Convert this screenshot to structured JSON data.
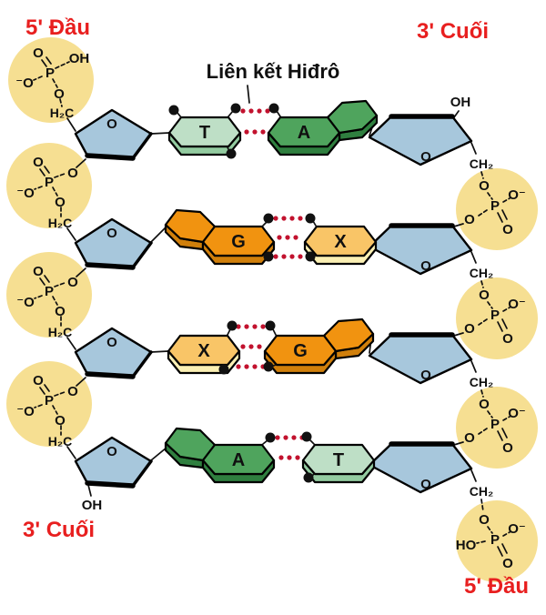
{
  "diagram": {
    "hydrogen_bond_label": "Liên kết Hiđrô",
    "ends": {
      "top_left": "5' Đầu",
      "top_right": "3' Cuối",
      "bottom_left": "3' Cuối",
      "bottom_right": "5' Đầu"
    },
    "atoms": {
      "P": "P",
      "O": "O",
      "OH": "OH",
      "HO": "HO",
      "O_minus": "O⁻",
      "minus_O": "⁻O",
      "H2C": "H₂C",
      "CH2": "CH₂"
    },
    "base_pairs": [
      {
        "left": "T",
        "right": "A",
        "hydrogen_bonds": 2
      },
      {
        "left": "G",
        "right": "X",
        "hydrogen_bonds": 3
      },
      {
        "left": "X",
        "right": "G",
        "hydrogen_bonds": 3
      },
      {
        "left": "A",
        "right": "T",
        "hydrogen_bonds": 2
      }
    ],
    "colors": {
      "phosphate_circle": "#F6DF92",
      "sugar": "#A7C7DC",
      "base_T": "#BEDFC6",
      "base_T_side": "#93CBA0",
      "base_A": "#4FA45D",
      "base_A_side": "#2F7F3F",
      "base_G": "#F19310",
      "base_G_side": "#D07F0B",
      "base_X": "#F9C567",
      "base_X_side": "#FBF0B4",
      "end_labels": "#E81F1F",
      "hbond_dots": "#C2122E"
    }
  }
}
